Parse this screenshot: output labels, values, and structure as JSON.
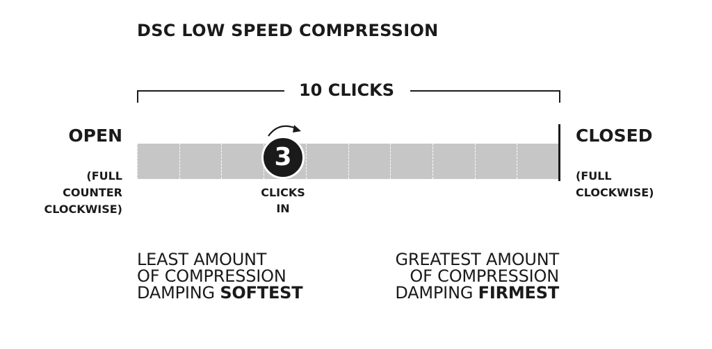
{
  "title": "DSC LOW SPEED COMPRESSION",
  "range": {
    "label": "10 CLICKS",
    "total_clicks": 10
  },
  "open": {
    "label": "OPEN",
    "sub_lines": [
      "(FULL",
      "COUNTER",
      "CLOCKWISE)"
    ]
  },
  "closed": {
    "label": "CLOSED",
    "sub_lines": [
      "(FULL",
      "CLOCKWISE)"
    ]
  },
  "setting": {
    "value": "3",
    "clicks_in": 3,
    "sub_lines": [
      "CLICKS",
      "IN"
    ],
    "arrow_icon": "clockwise-arrow-icon"
  },
  "left_desc": {
    "line1": "LEAST AMOUNT",
    "line2": "OF COMPRESSION",
    "line3_pre": "DAMPING ",
    "line3_bold": "SOFTEST"
  },
  "right_desc": {
    "line1": "GREATEST AMOUNT",
    "line2": "OF COMPRESSION",
    "line3_pre": "DAMPING ",
    "line3_bold": "FIRMEST"
  },
  "colors": {
    "text": "#1a1a1a",
    "bar": "#c6c6c6",
    "badge": "#1a1a1a",
    "tick": "#ffffff"
  }
}
